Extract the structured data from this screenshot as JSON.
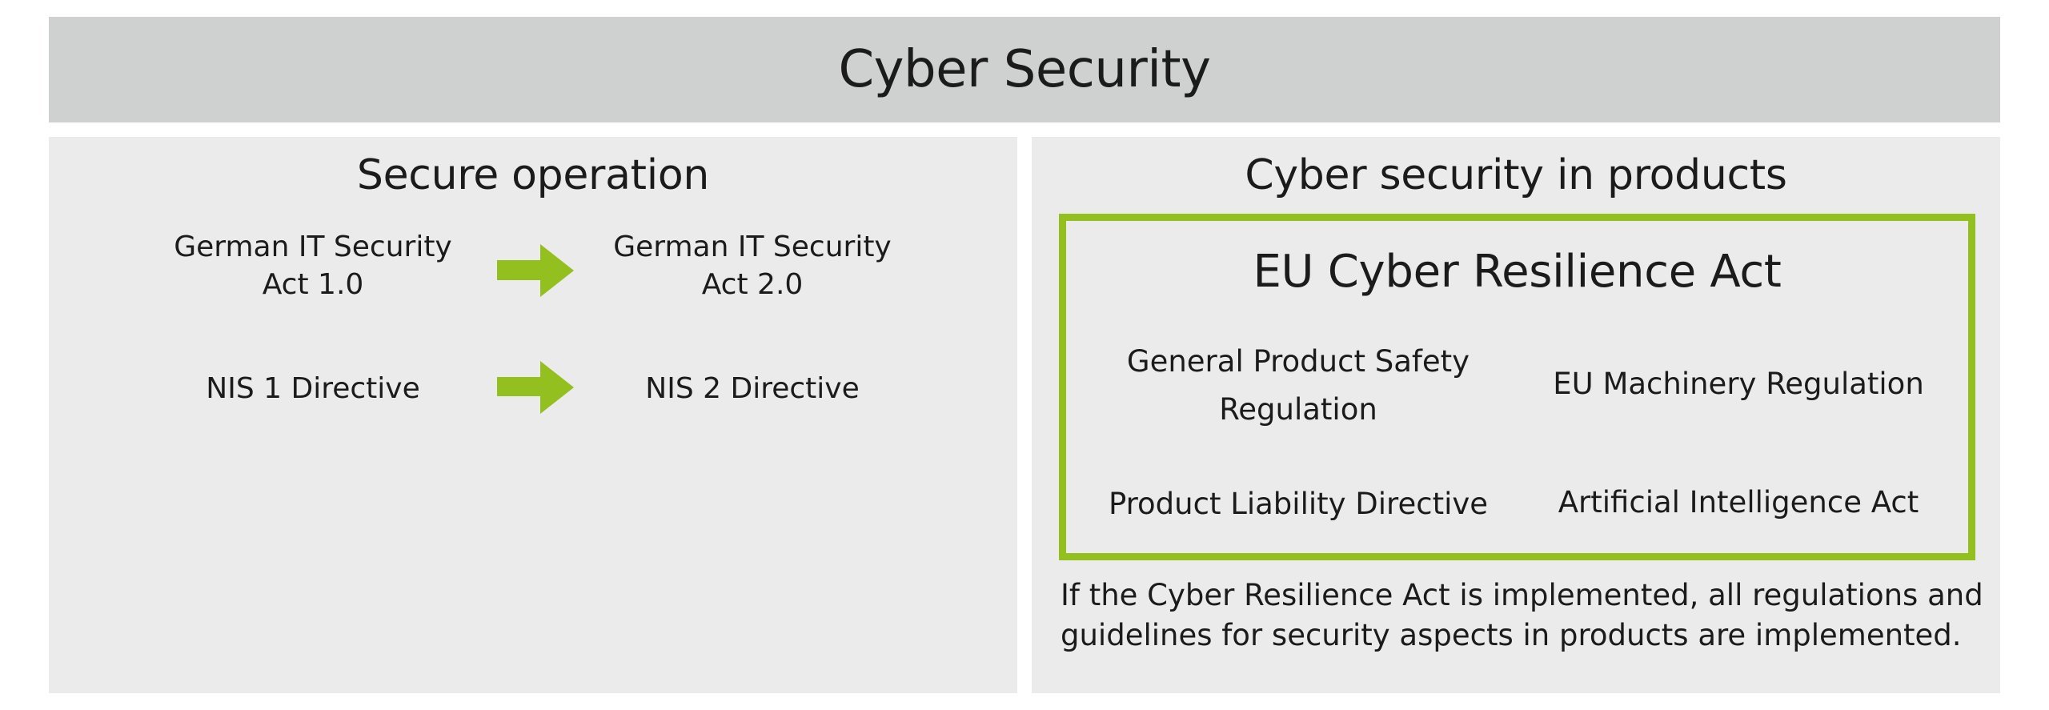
{
  "header": {
    "title": "Cyber Security"
  },
  "colors": {
    "header_bg": "#cfd1d0",
    "panel_bg": "#ebebeb",
    "accent_green": "#93c01f",
    "text": "#1b1b1b"
  },
  "left_panel": {
    "title": "Secure operation",
    "transitions": [
      {
        "from": [
          "German IT Security",
          "Act 1.0"
        ],
        "to": [
          "German IT Security",
          "Act 2.0"
        ],
        "icon": "arrow-right-icon"
      },
      {
        "from": [
          "NIS 1 Directive"
        ],
        "to": [
          "NIS 2 Directive"
        ],
        "icon": "arrow-right-icon"
      }
    ]
  },
  "right_panel": {
    "title": "Cyber security in products",
    "box": {
      "title": "EU Cyber Resilience Act",
      "items": [
        [
          "General Product Safety",
          "Regulation"
        ],
        [
          "EU Machinery Regulation"
        ],
        [
          "Product Liability Directive"
        ],
        [
          "Artificial Intelligence Act"
        ]
      ]
    },
    "note": [
      "If the Cyber Resilience Act is implemented, all regulations and",
      "guidelines for security aspects in products are implemented."
    ]
  }
}
